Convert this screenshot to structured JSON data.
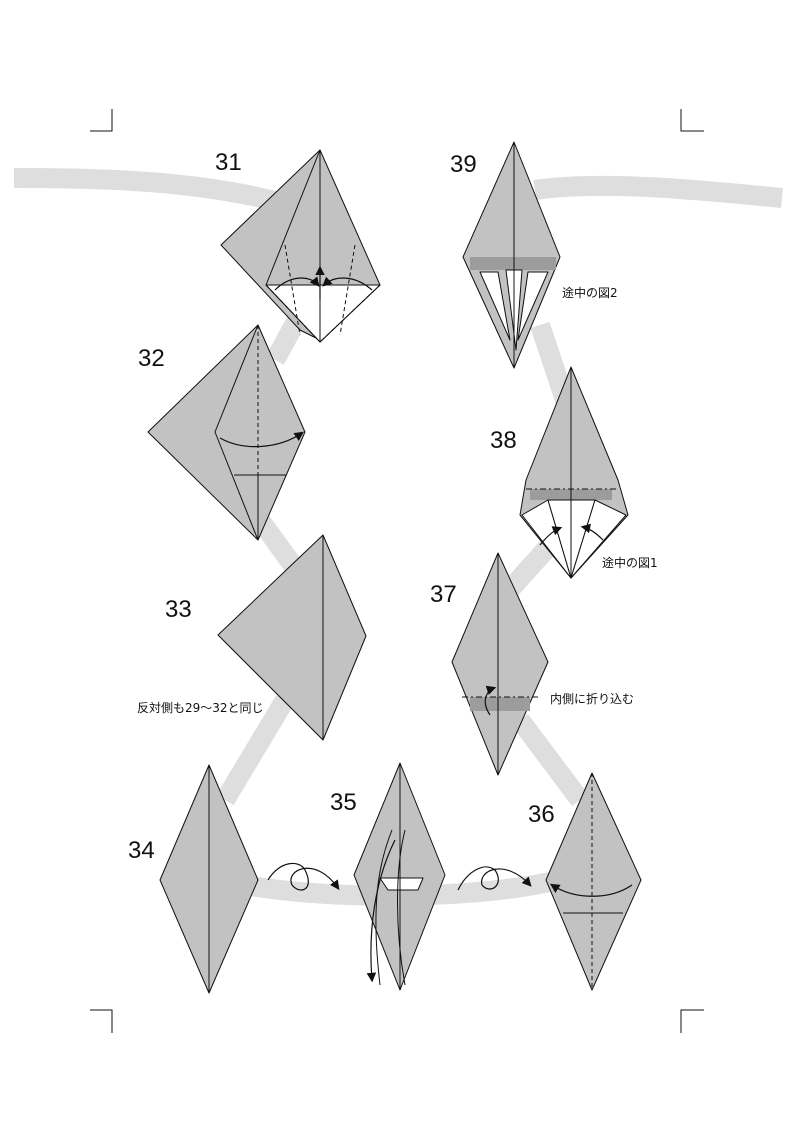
{
  "steps": [
    {
      "number": "31"
    },
    {
      "number": "32"
    },
    {
      "number": "33"
    },
    {
      "number": "34"
    },
    {
      "number": "35"
    },
    {
      "number": "36"
    },
    {
      "number": "37"
    },
    {
      "number": "38"
    },
    {
      "number": "39"
    }
  ],
  "notes": {
    "step33": "反対側も29～32と同じ",
    "step37": "内側に折り込む",
    "step38": "途中の図1",
    "step39": "途中の図2"
  }
}
